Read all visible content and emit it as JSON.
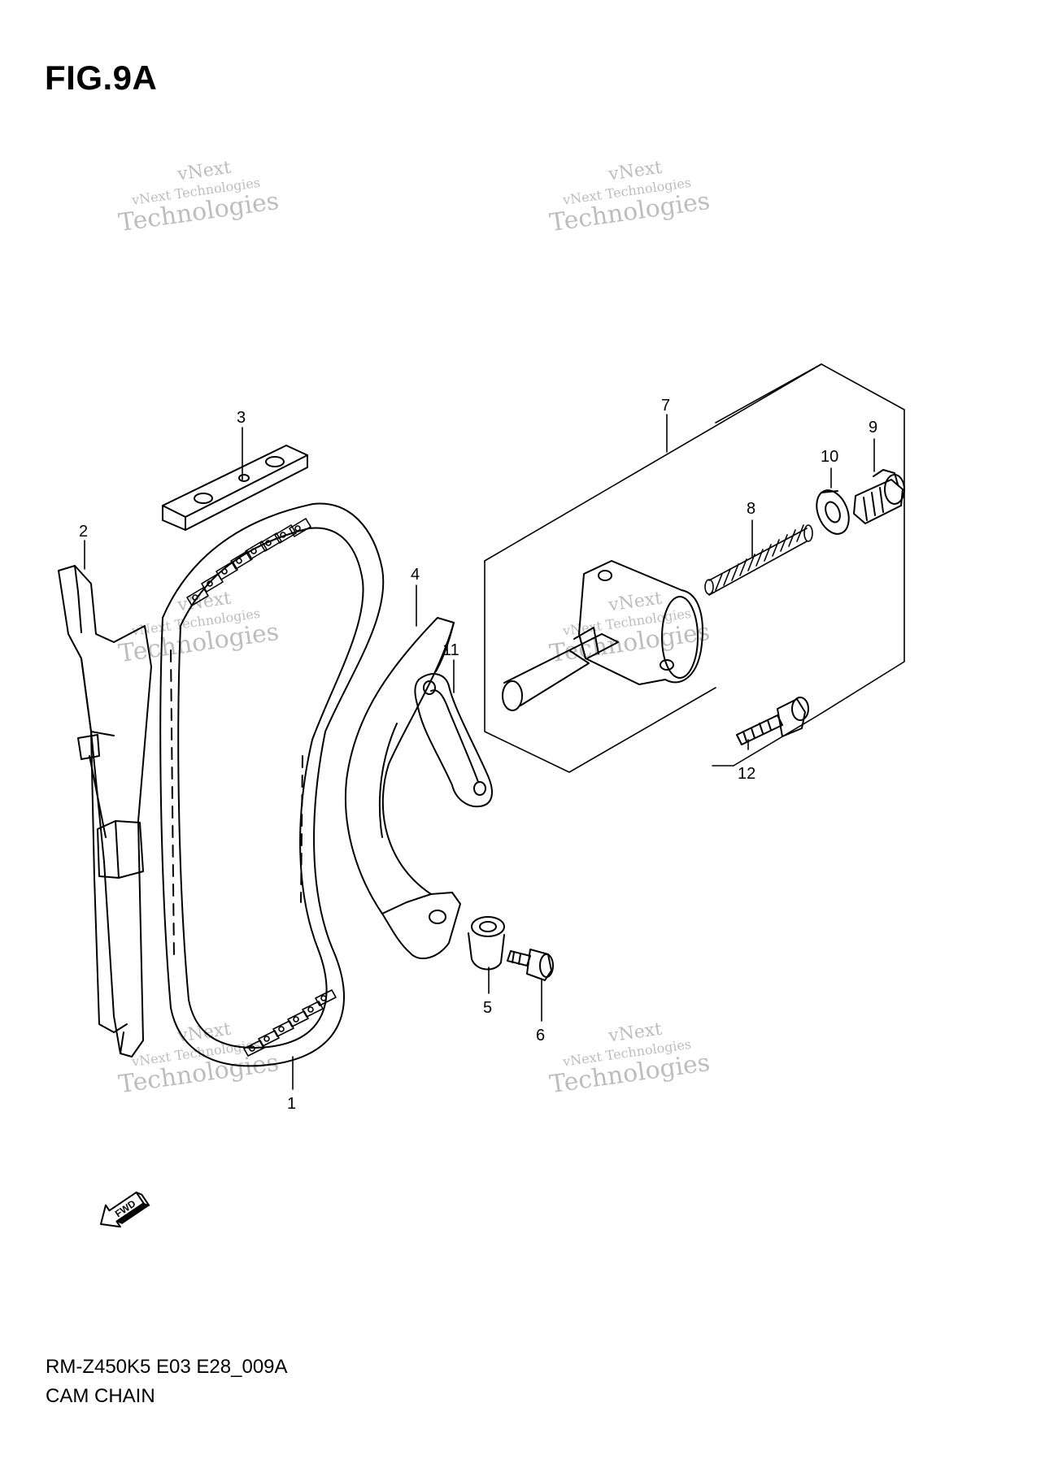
{
  "figure": {
    "title": "FIG.9A"
  },
  "footer": {
    "code": "RM-Z450K5 E03 E28_009A",
    "name": "CAM CHAIN"
  },
  "direction_badge": {
    "label": "FWD"
  },
  "watermark": {
    "top": "vNext",
    "mid": "vNext Technologies",
    "bottom": "Technologies"
  },
  "callouts": [
    {
      "id": "1",
      "label": "1"
    },
    {
      "id": "2",
      "label": "2"
    },
    {
      "id": "3",
      "label": "3"
    },
    {
      "id": "4",
      "label": "4"
    },
    {
      "id": "5",
      "label": "5"
    },
    {
      "id": "6",
      "label": "6"
    },
    {
      "id": "7",
      "label": "7"
    },
    {
      "id": "8",
      "label": "8"
    },
    {
      "id": "9",
      "label": "9"
    },
    {
      "id": "10",
      "label": "10"
    },
    {
      "id": "11",
      "label": "11"
    },
    {
      "id": "12",
      "label": "12"
    }
  ],
  "colors": {
    "line": "#000000",
    "watermark": "#bdbdbd",
    "background": "#ffffff"
  }
}
